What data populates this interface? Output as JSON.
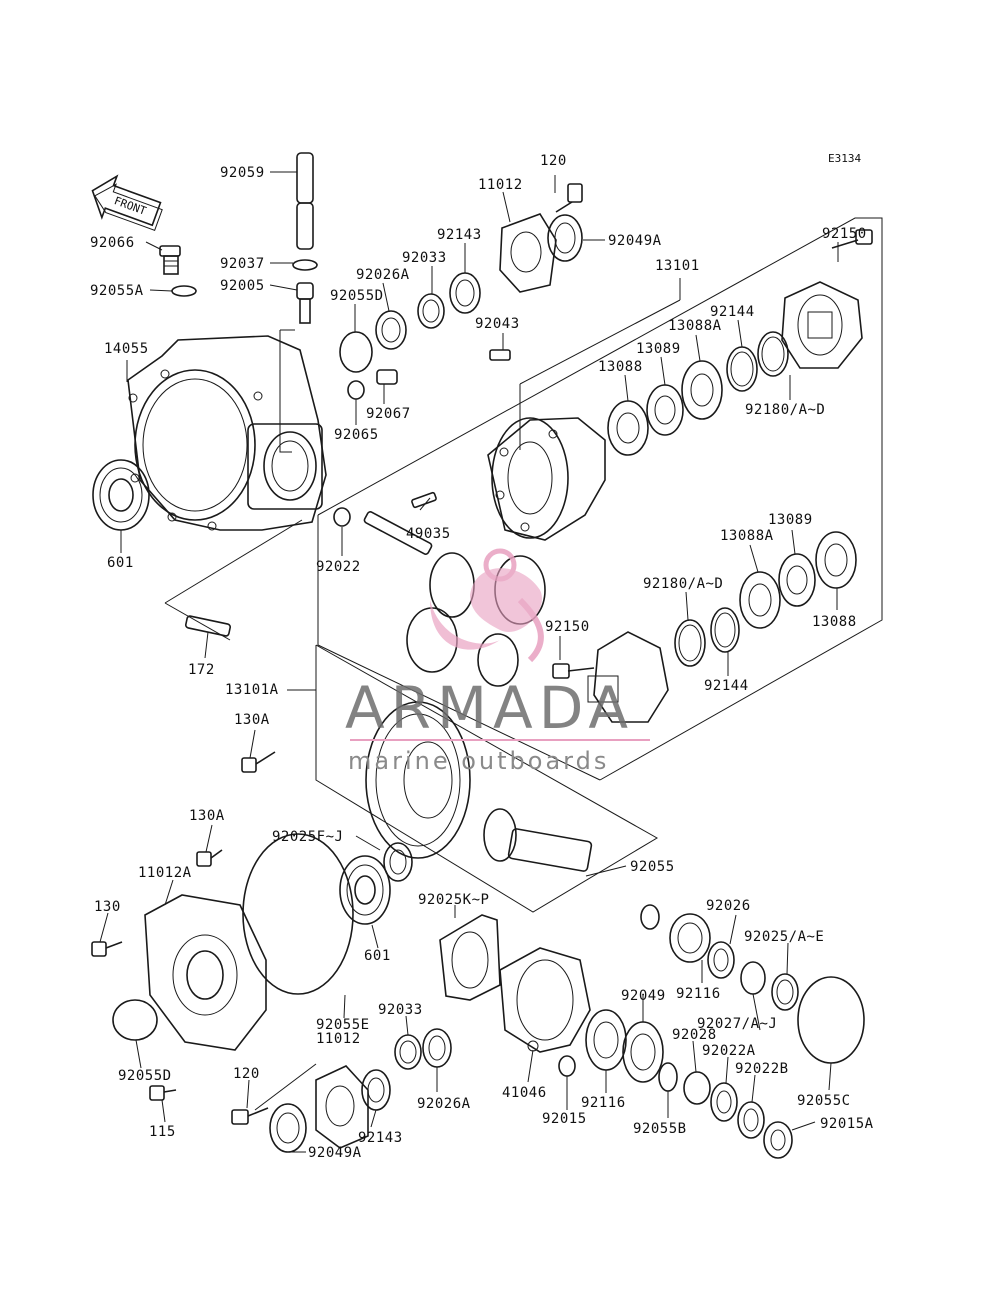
{
  "diagram": {
    "code": "E3134",
    "front_label": "FRONT",
    "colors": {
      "line": "#1a1a1a",
      "watermark_text": "#6d6d6d",
      "logo_pink": "#e8a0c0"
    }
  },
  "watermark": {
    "brand": "ARMADA",
    "tagline": "marine outboards"
  },
  "labels": {
    "p92059": "92059",
    "p120a": "120",
    "p11012a": "11012",
    "p92066": "92066",
    "p92037": "92037",
    "p92143a": "92143",
    "p92049Aa": "92049A",
    "p92055A": "92055A",
    "p92005": "92005",
    "p92033a": "92033",
    "p92026A_top": "92026A",
    "p92150a": "92150",
    "p13101": "13101",
    "p92055D_top": "92055D",
    "p92043": "92043",
    "p14055": "14055",
    "p92144a": "92144",
    "p13088Aa": "13088A",
    "p13089a": "13089",
    "p13088a": "13088",
    "p92180a": "92180/A~D",
    "p92067": "92067",
    "p92065": "92065",
    "p49035": "49035",
    "p601a": "601",
    "p92022": "92022",
    "p13089b": "13089",
    "p13088Ab": "13088A",
    "p92180b": "92180/A~D",
    "p92150b": "92150",
    "p13088b": "13088",
    "p172": "172",
    "p92144b": "92144",
    "p13101A": "13101A",
    "p130A_top": "130A",
    "p130A_mid": "130A",
    "p92025FJ": "92025F~J",
    "p11012A": "11012A",
    "p92055_mid": "92055",
    "p130": "130",
    "p92025KP": "92025K~P",
    "p92026": "92026",
    "p92025AE": "92025/A~E",
    "p601b": "601",
    "p92116a": "92116",
    "p92049": "92049",
    "p92033b": "92033",
    "p92055E": "92055E",
    "p92028": "92028",
    "p92027": "92027/A~J",
    "p11012b": "11012",
    "p92022A": "92022A",
    "p92055D_bot": "92055D",
    "p120b": "120",
    "p41046": "41046",
    "p92116b": "92116",
    "p92022B": "92022B",
    "p92055C": "92055C",
    "p92026A_bot": "92026A",
    "p92015": "92015",
    "p92055B": "92055B",
    "p115": "115",
    "p92143b": "92143",
    "p92015A": "92015A",
    "p92049Ab": "92049A"
  }
}
